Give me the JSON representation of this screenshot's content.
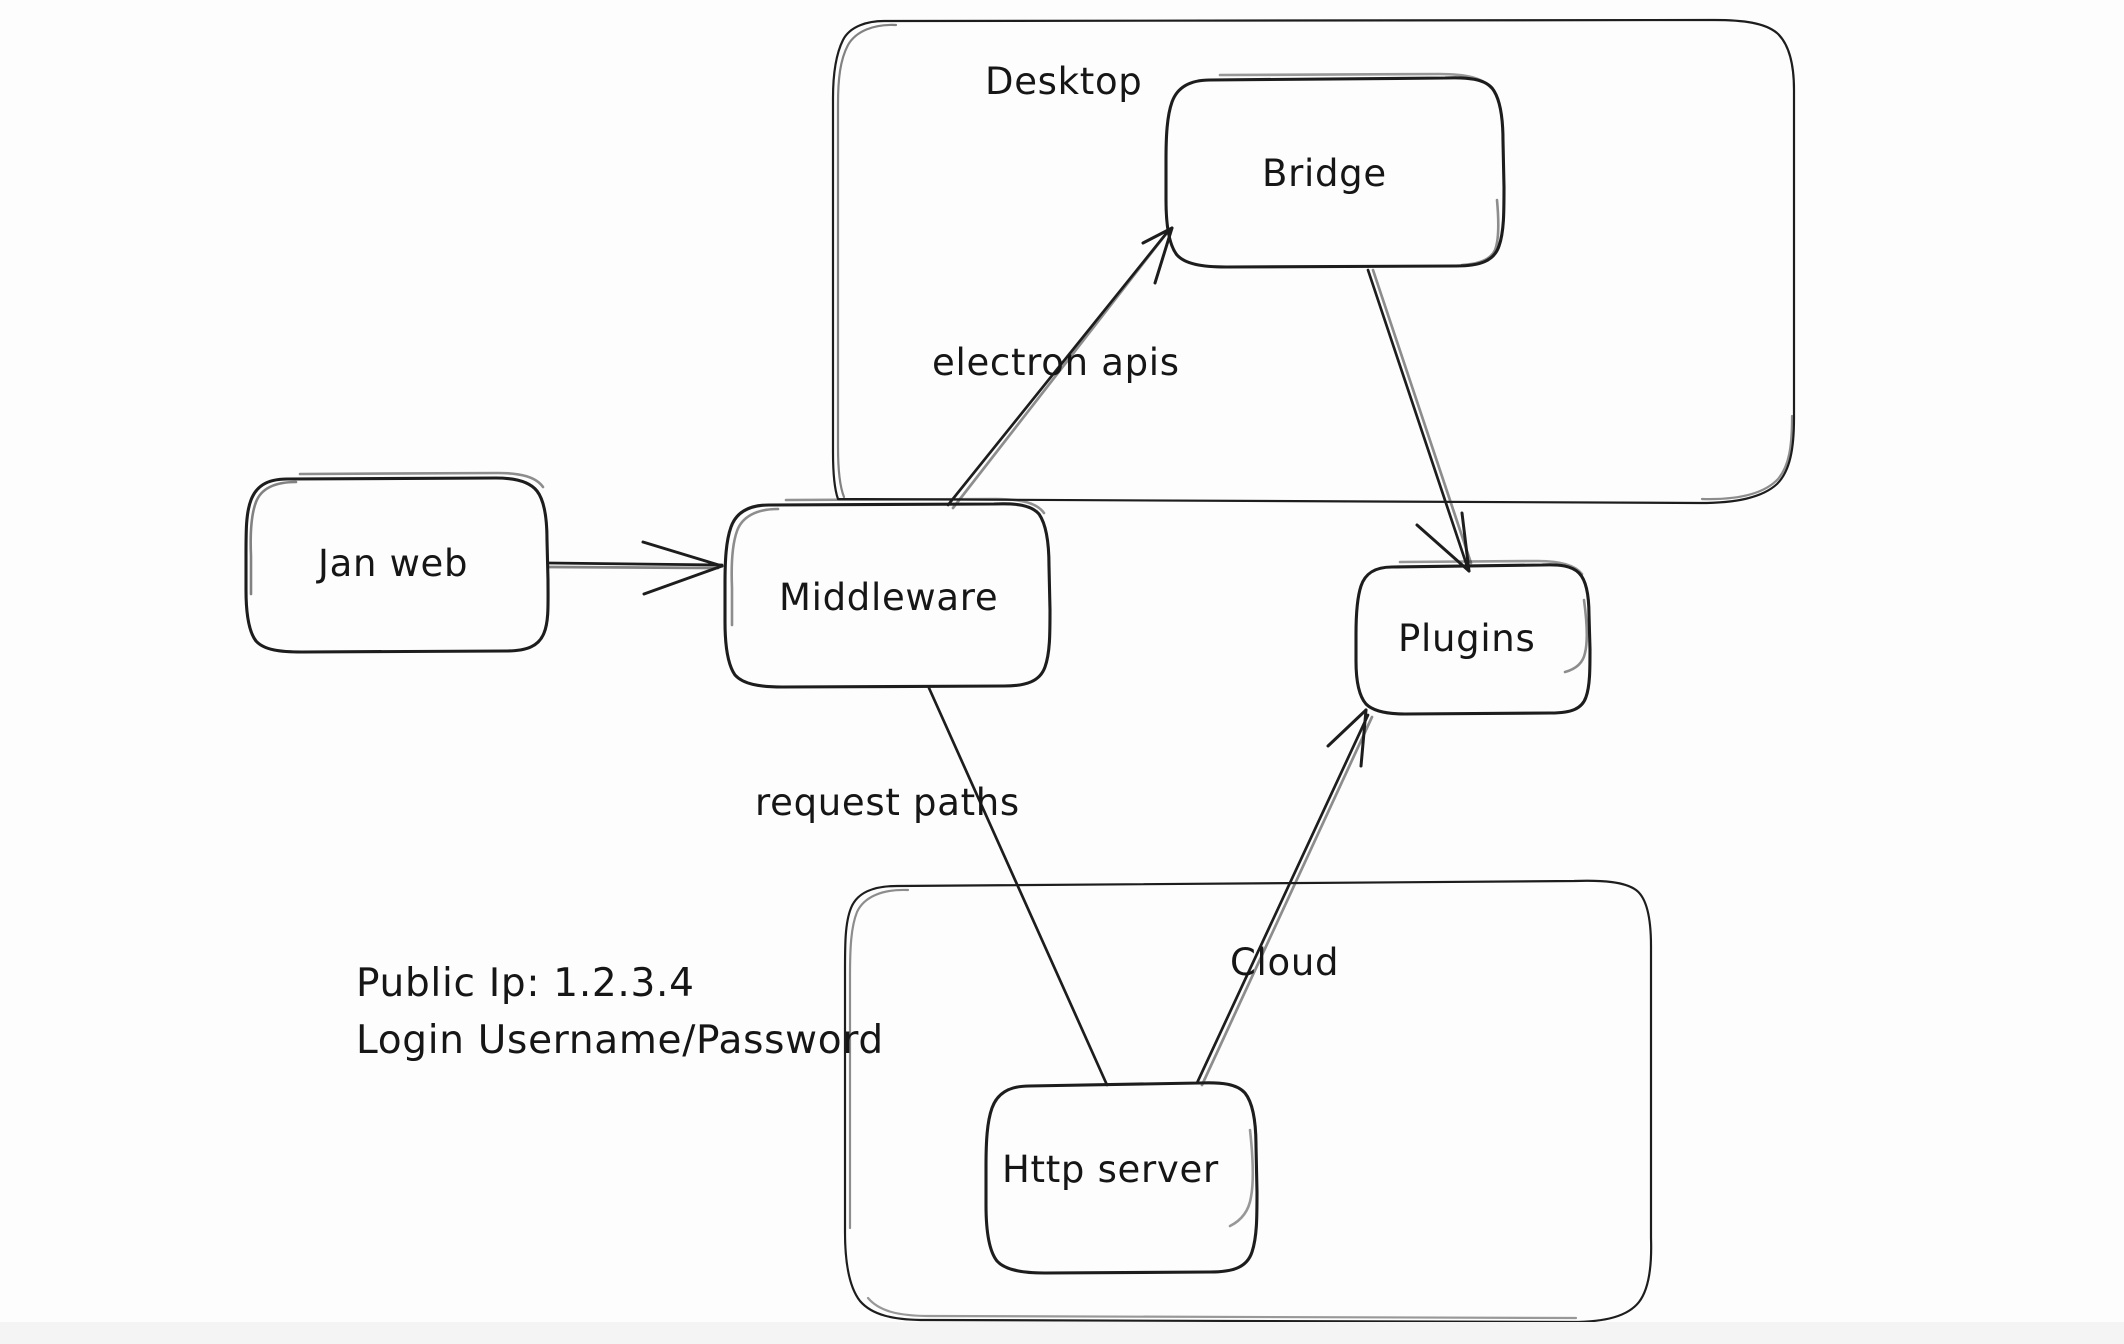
{
  "diagram": {
    "title": "Jan architecture sketch",
    "style": "hand-drawn whiteboard",
    "background_color": "#fdfdfd",
    "stroke_color": "#1d1d1d",
    "groups": [
      {
        "id": "desktop",
        "label": "Desktop"
      },
      {
        "id": "cloud",
        "label": ""
      }
    ],
    "nodes": [
      {
        "id": "jan-web",
        "label": "Jan web"
      },
      {
        "id": "middleware",
        "label": "Middleware"
      },
      {
        "id": "bridge",
        "label": "Bridge"
      },
      {
        "id": "plugins",
        "label": "Plugins"
      },
      {
        "id": "http-server",
        "label": "Http server"
      }
    ],
    "edges": [
      {
        "id": "janweb-middleware",
        "from": "jan-web",
        "to": "middleware",
        "label": ""
      },
      {
        "id": "middleware-bridge",
        "from": "middleware",
        "to": "bridge",
        "label": "electron apis"
      },
      {
        "id": "bridge-plugins",
        "from": "bridge",
        "to": "plugins",
        "label": ""
      },
      {
        "id": "middleware-httpserver",
        "from": "middleware",
        "to": "http-server",
        "label": "request paths"
      },
      {
        "id": "httpserver-plugins",
        "from": "http-server",
        "to": "plugins",
        "label": "Cloud"
      }
    ],
    "notes": {
      "public_ip_line": "Public Ip: 1.2.3.4",
      "login_line": "Login Username/Password"
    }
  }
}
